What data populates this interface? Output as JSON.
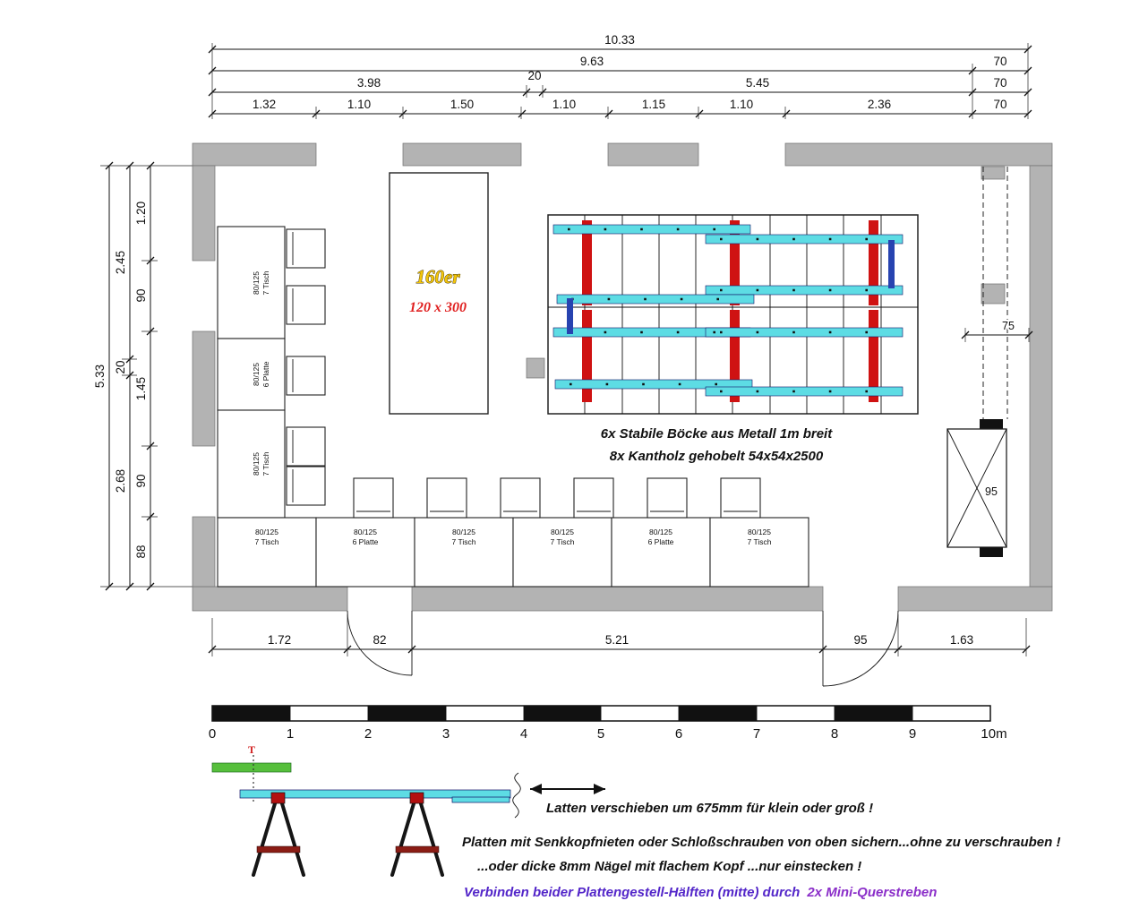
{
  "dims": {
    "top_row1": [
      "10.33"
    ],
    "top_row2": [
      "9.63",
      "70"
    ],
    "top_row3": [
      "3.98",
      "20",
      "5.45",
      "70"
    ],
    "top_row4": [
      "1.32",
      "1.10",
      "1.50",
      "1.10",
      "1.15",
      "1.10",
      "2.36",
      "70"
    ],
    "left_outer": "5.33",
    "left_mid": [
      "2.45",
      "20",
      "2.68"
    ],
    "left_inner": [
      "1.20",
      "90",
      "1.45",
      "90",
      "88"
    ],
    "bottom": [
      "1.72",
      "82",
      "5.21",
      "95",
      "1.63"
    ],
    "right_offset": "75",
    "box_width": "95"
  },
  "plan": {
    "stage_line1": "160er",
    "stage_line2": "120 x 300",
    "trestle_note1": "6x Stabile Böcke aus Metall 1m breit",
    "trestle_note2": "8x Kantholz gehobelt 54x54x2500"
  },
  "tables": {
    "left": [
      {
        "size": "80/125",
        "kind": "7 Tisch"
      },
      {
        "size": "80/125",
        "kind": "6 Platte"
      },
      {
        "size": "80/125",
        "kind": "7 Tisch"
      }
    ],
    "bottom": [
      {
        "size": "80/125",
        "kind": "7 Tisch"
      },
      {
        "size": "80/125",
        "kind": "6 Platte"
      },
      {
        "size": "80/125",
        "kind": "7 Tisch"
      },
      {
        "size": "80/125",
        "kind": "7 Tisch"
      },
      {
        "size": "80/125",
        "kind": "6 Platte"
      },
      {
        "size": "80/125",
        "kind": "7 Tisch"
      }
    ]
  },
  "scale_bar": {
    "labels": [
      "0",
      "1",
      "2",
      "3",
      "4",
      "5",
      "6",
      "7",
      "8",
      "9",
      "10m"
    ]
  },
  "detail": {
    "t_mark": "T",
    "arrow_note": "Latten verschieben um 675mm für klein oder groß !",
    "note_1": "Platten mit Senkkopfnieten oder Schloßschrauben von oben sichern...ohne zu verschrauben !",
    "note_2": "...oder dicke 8mm Nägel mit flachem Kopf ...nur einstecken !",
    "note_3a": "Verbinden beider Plattengestell-Hälften (mitte) durch",
    "note_3b": "2x Mini-Querstreben"
  },
  "colors": {
    "wall": "#b3b3b3",
    "lath_cyan": "#5ddce4",
    "bock_red": "#cf1212",
    "connector_blue": "#2743b0",
    "green_board": "#56bf3c",
    "trestle_bar": "#8b1d15",
    "apex_red": "#b31010",
    "stage_yellow": "#f3c50a",
    "stage_red": "#e02020",
    "note_purple": "#5326c9",
    "note_violet": "#8b2fc9",
    "t_mark_red": "#d22020"
  }
}
